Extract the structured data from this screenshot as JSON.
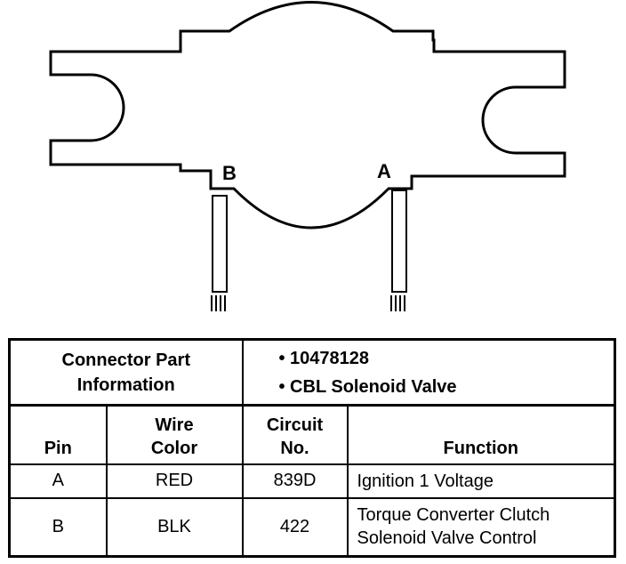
{
  "diagram": {
    "pin_labels": [
      "B",
      "A"
    ]
  },
  "connector_table": {
    "part_info_label": [
      "Connector Part",
      "Information"
    ],
    "part_info_items": [
      "• 10478128",
      "• CBL Solenoid Valve"
    ],
    "headers": {
      "pin": "Pin",
      "wire_color": [
        "Wire",
        "Color"
      ],
      "circuit": [
        "Circuit",
        "No."
      ],
      "function": "Function"
    },
    "rows": [
      {
        "pin": "A",
        "wire_color": "RED",
        "circuit": "839D",
        "function": [
          "Ignition 1 Voltage"
        ]
      },
      {
        "pin": "B",
        "wire_color": "BLK",
        "circuit": "422",
        "function": [
          "Torque Converter Clutch",
          "Solenoid Valve Control"
        ]
      }
    ]
  }
}
